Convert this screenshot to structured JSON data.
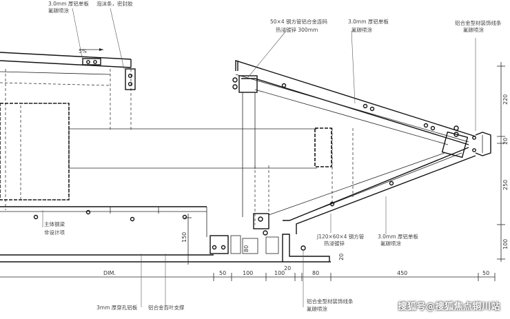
{
  "annotations": {
    "top_left_1": "3.0mm 厚铝单板",
    "top_left_2": "氟碳喷涂",
    "top_left_3": "泡沫条，密封胶",
    "top_mid_1": "50×4 钢方管铝合金连码",
    "top_mid_2": "热浸镀锌 300mm",
    "top_right_panel_1": "3.0mm 厚铝单板",
    "top_right_panel_2": "氟碳喷涂",
    "top_far_right_1": "铝合金型材装饰线条",
    "top_far_right_2": "氟碳喷涂",
    "steel_note_1": "主体钢梁",
    "steel_note_2": "非设计项",
    "lower_tube_1": "J120×60×4 钢方管",
    "lower_tube_2": "热浸镀锌",
    "lower_panel_1": "3.0mm 厚铝单板",
    "lower_panel_2": "氟碳喷涂",
    "bottom_1": "3mm 厚穿孔铝板",
    "bottom_2": "铝合金百叶支撑",
    "bottom_3_1": "铝合金型材装饰线条",
    "bottom_3_2": "氟碳喷涂",
    "slope_label": "5%"
  },
  "dimensions": {
    "horizontal": [
      "DIM.",
      "50",
      "100",
      "100",
      "20",
      "80",
      "450",
      "50"
    ],
    "vertical_right": [
      "220",
      "20",
      "250",
      "100"
    ],
    "vertical_left": [
      "150",
      "80",
      "20"
    ]
  },
  "watermark": "搜狐号@搜狐焦点铜川站"
}
